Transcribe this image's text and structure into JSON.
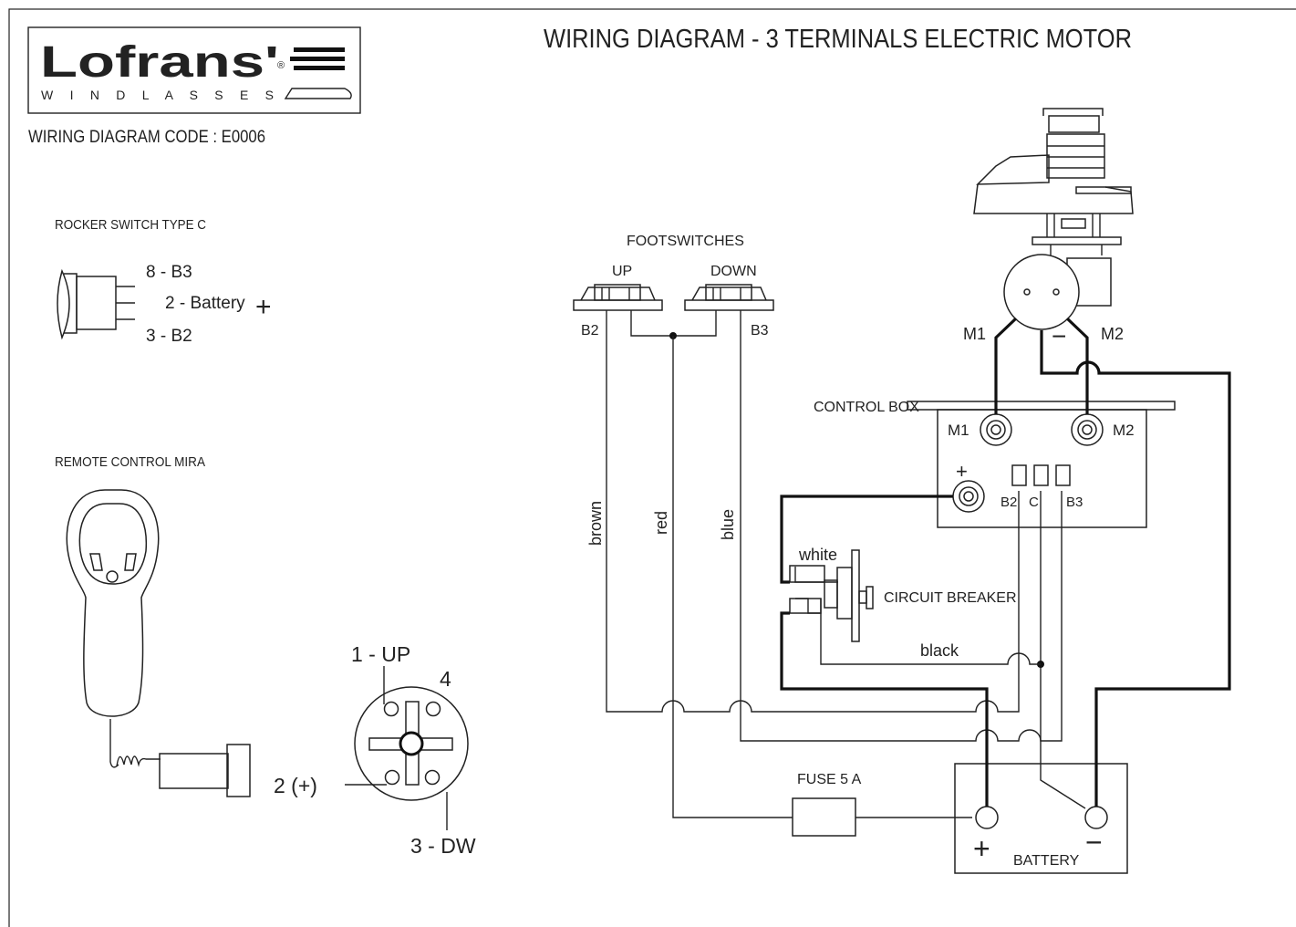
{
  "title": "WIRING DIAGRAM - 3 TERMINALS  ELECTRIC  MOTOR",
  "logo": {
    "brand": "Lofrans'",
    "registered": "®",
    "tagline": "W I N D L A S S E S"
  },
  "code": "WIRING DIAGRAM CODE : E0006",
  "rocker": {
    "heading": "ROCKER SWITCH TYPE C",
    "pin_top": "8 - B3",
    "pin_mid": "2 - Battery",
    "pin_bottom": "3 - B2",
    "plus": "+"
  },
  "remote": {
    "heading": "REMOTE CONTROL MIRA",
    "pin_up": "1 - UP",
    "pin_4": "4",
    "pin_plus": "2 (+)",
    "pin_dw": "3 - DW"
  },
  "footswitches": {
    "heading": "FOOTSWITCHES",
    "up": "UP",
    "down": "DOWN",
    "b2": "B2",
    "b3": "B3"
  },
  "wires": {
    "brown": "brown",
    "red": "red",
    "blue": "blue",
    "white": "white",
    "black": "black"
  },
  "motor": {
    "m1": "M1",
    "m2": "M2",
    "minus": "−"
  },
  "control_box": {
    "label": "CONTROL BOX",
    "m1": "M1",
    "m2": "M2",
    "plus": "+",
    "b2": "B2",
    "c": "C",
    "b3": "B3"
  },
  "breaker": {
    "label": "CIRCUIT BREAKER"
  },
  "fuse": {
    "label": "FUSE 5 A"
  },
  "battery": {
    "label": "BATTERY",
    "plus": "+",
    "minus": "−"
  }
}
